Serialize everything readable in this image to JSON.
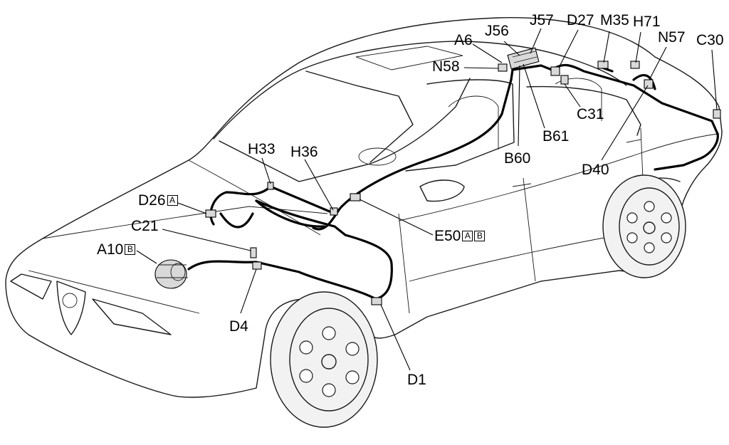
{
  "labels": [
    {
      "id": "J57",
      "text": "J57",
      "badges": []
    },
    {
      "id": "J56",
      "text": "J56",
      "badges": []
    },
    {
      "id": "D27",
      "text": "D27",
      "badges": []
    },
    {
      "id": "M35",
      "text": "M35",
      "badges": []
    },
    {
      "id": "H71",
      "text": "H71",
      "badges": []
    },
    {
      "id": "A6",
      "text": "A6",
      "badges": []
    },
    {
      "id": "N57",
      "text": "N57",
      "badges": []
    },
    {
      "id": "C30",
      "text": "C30",
      "badges": []
    },
    {
      "id": "N58",
      "text": "N58",
      "badges": []
    },
    {
      "id": "C31",
      "text": "C31",
      "badges": []
    },
    {
      "id": "B61",
      "text": "B61",
      "badges": []
    },
    {
      "id": "B60",
      "text": "B60",
      "badges": []
    },
    {
      "id": "D40",
      "text": "D40",
      "badges": []
    },
    {
      "id": "H33",
      "text": "H33",
      "badges": []
    },
    {
      "id": "H36",
      "text": "H36",
      "badges": []
    },
    {
      "id": "D26",
      "text": "D26",
      "badges": [
        "A"
      ]
    },
    {
      "id": "C21",
      "text": "C21",
      "badges": []
    },
    {
      "id": "A10",
      "text": "A10",
      "badges": [
        "B"
      ]
    },
    {
      "id": "E50",
      "text": "E50",
      "badges": [
        "A",
        "B"
      ]
    },
    {
      "id": "D4",
      "text": "D4",
      "badges": []
    },
    {
      "id": "D1",
      "text": "D1",
      "badges": []
    }
  ],
  "colors": {
    "line": "#000000",
    "component_fill": "#d9d9d9",
    "background": "#ffffff"
  }
}
